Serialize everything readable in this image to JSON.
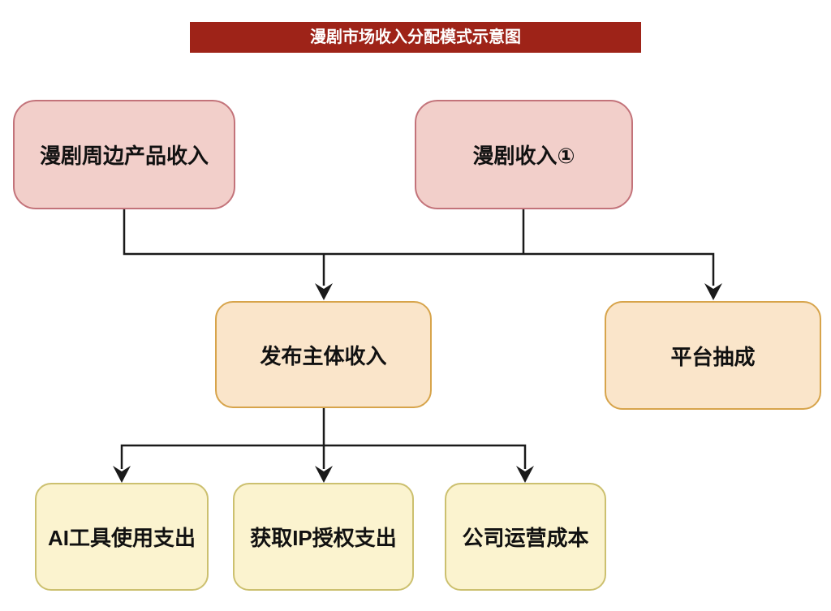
{
  "title_bar": {
    "text": "漫剧市场收入分配模式示意图"
  },
  "nodes": {
    "merch_income": {
      "label": "漫剧周边产品收入"
    },
    "drama_income": {
      "label": "漫剧收入①"
    },
    "publisher_income": {
      "label": "发布主体收入"
    },
    "platform_cut": {
      "label": "平台抽成"
    },
    "ai_tool_expense": {
      "label": "AI工具使用支出"
    },
    "ip_license_expense": {
      "label": "获取IP授权支出"
    },
    "company_operating_cost": {
      "label": "公司运营成本"
    }
  },
  "colors": {
    "canvas_bg": "#ffffff",
    "title_bar_bg": "#9e2318",
    "title_text": "#ffffff",
    "pink_fill": "#f2cfca",
    "pink_border": "#c3737a",
    "orange_fill": "#fae5ca",
    "orange_border": "#d7a44b",
    "yellow_fill": "#fbf3cf",
    "yellow_border": "#ccc06f",
    "node_text": "#111111",
    "connector": "#1a1a1a"
  }
}
